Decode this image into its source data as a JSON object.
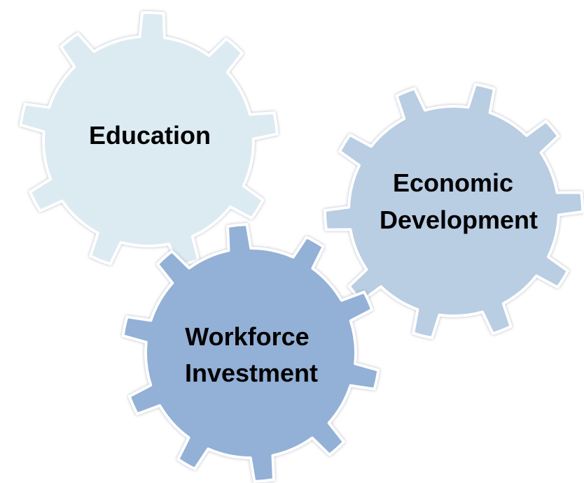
{
  "gears": [
    {
      "id": "education",
      "label_lines": [
        "Education"
      ],
      "color": "#dcebf2"
    },
    {
      "id": "economic-development",
      "label_lines": [
        "Economic",
        "Development"
      ],
      "color": "#b9cde3"
    },
    {
      "id": "workforce-investment",
      "label_lines": [
        "Workforce",
        "Investment"
      ],
      "color": "#93b0d6"
    }
  ]
}
